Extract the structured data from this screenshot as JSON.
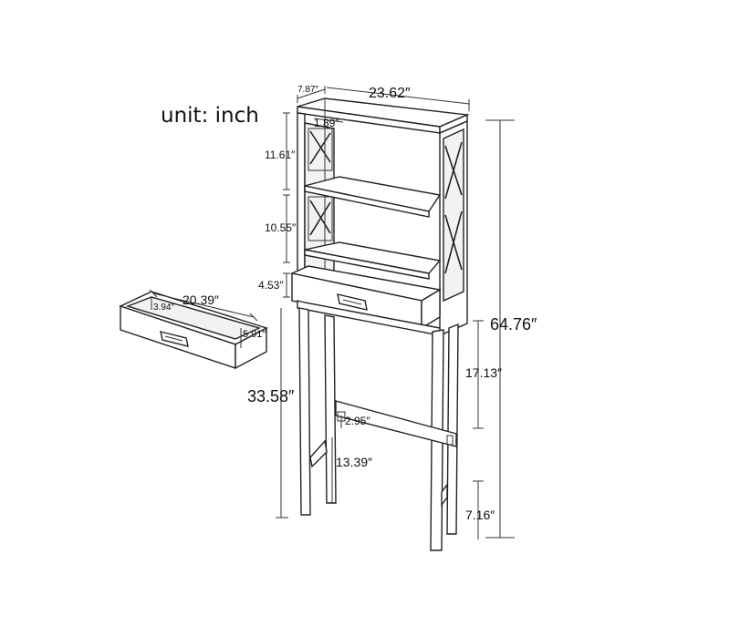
{
  "unit_label": "unit: inch",
  "dimensions": {
    "depth": "7.87″",
    "width": "23.62″",
    "top_gap": "1.89″",
    "shelf_1": "11.61″",
    "shelf_2": "10.55″",
    "drawer_height": "4.53″",
    "total_height": "64.76″",
    "leg_height": "33.58″",
    "upper_clearance": "17.13″",
    "bar_height": "2.95″",
    "lower_clearance": "13.39″",
    "foot_height": "7.16″",
    "drawer_width": "20.39″",
    "drawer_depth": "3.94″",
    "drawer_side": "5.91″"
  }
}
